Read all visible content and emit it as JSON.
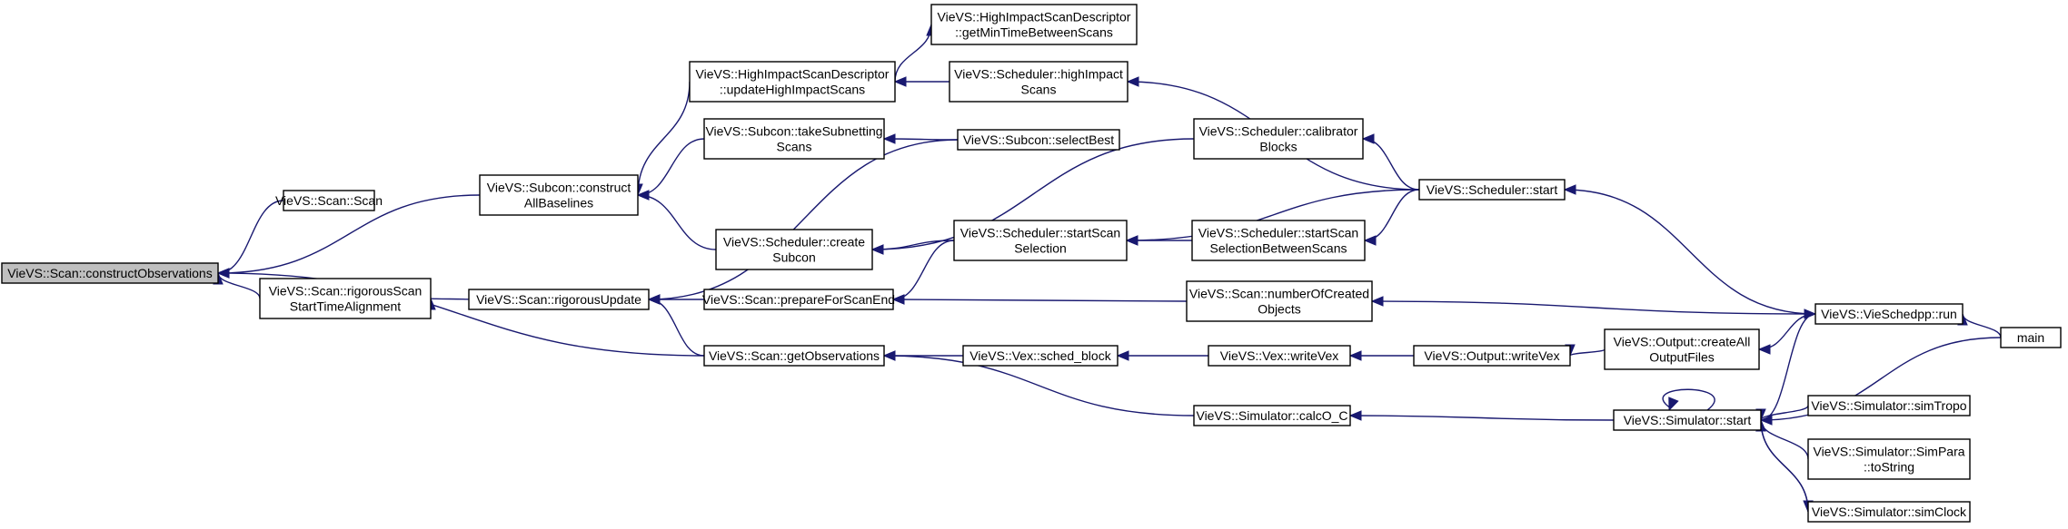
{
  "colors": {
    "edge": "#191970",
    "node_border": "#000000",
    "highlight_fill": "#bfbfbf"
  },
  "nodes": [
    {
      "id": "constructObservations",
      "lines": [
        "VieVS::Scan::constructObservations"
      ]
    },
    {
      "id": "scan",
      "lines": [
        "VieVS::Scan::Scan"
      ]
    },
    {
      "id": "subconConstructAllBaselines",
      "lines": [
        "VieVS::Subcon::construct",
        "AllBaselines"
      ]
    },
    {
      "id": "rigorousScanStart",
      "lines": [
        "VieVS::Scan::rigorousScan",
        "StartTimeAlignment"
      ]
    },
    {
      "id": "getObservations",
      "lines": [
        "VieVS::Scan::getObservations"
      ]
    },
    {
      "id": "rigorousUpdate",
      "lines": [
        "VieVS::Scan::rigorousUpdate"
      ]
    },
    {
      "id": "hiGetMinTime",
      "lines": [
        "VieVS::HighImpactScanDescriptor",
        "::getMinTimeBetweenScans"
      ]
    },
    {
      "id": "hiUpdate",
      "lines": [
        "VieVS::HighImpactScanDescriptor",
        "::updateHighImpactScans"
      ]
    },
    {
      "id": "takeSubnetting",
      "lines": [
        "VieVS::Subcon::takeSubnetting",
        "Scans"
      ]
    },
    {
      "id": "createSubcon",
      "lines": [
        "VieVS::Scheduler::create",
        "Subcon"
      ]
    },
    {
      "id": "prepareForScanEnd",
      "lines": [
        "VieVS::Scan::prepareForScanEnd"
      ]
    },
    {
      "id": "highImpactScans",
      "lines": [
        "VieVS::Scheduler::highImpact",
        "Scans"
      ]
    },
    {
      "id": "selectBest",
      "lines": [
        "VieVS::Subcon::selectBest"
      ]
    },
    {
      "id": "startScanSelection",
      "lines": [
        "VieVS::Scheduler::startScan",
        "Selection"
      ]
    },
    {
      "id": "schedBlock",
      "lines": [
        "VieVS::Vex::sched_block"
      ]
    },
    {
      "id": "calibratorBlocks",
      "lines": [
        "VieVS::Scheduler::calibrator",
        "Blocks"
      ]
    },
    {
      "id": "startScanSelBetween",
      "lines": [
        "VieVS::Scheduler::startScan",
        "SelectionBetweenScans"
      ]
    },
    {
      "id": "numberOfCreated",
      "lines": [
        "VieVS::Scan::numberOfCreated",
        "Objects"
      ]
    },
    {
      "id": "writeVexVex",
      "lines": [
        "VieVS::Vex::writeVex"
      ]
    },
    {
      "id": "calcOC",
      "lines": [
        "VieVS::Simulator::calcO_C"
      ]
    },
    {
      "id": "outputWriteVex",
      "lines": [
        "VieVS::Output::writeVex"
      ]
    },
    {
      "id": "schedulerStart",
      "lines": [
        "VieVS::Scheduler::start"
      ]
    },
    {
      "id": "createAllOutput",
      "lines": [
        "VieVS::Output::createAll",
        "OutputFiles"
      ]
    },
    {
      "id": "simulatorStart",
      "lines": [
        "VieVS::Simulator::start"
      ]
    },
    {
      "id": "vieSchedppRun",
      "lines": [
        "VieVS::VieSchedpp::run"
      ]
    },
    {
      "id": "simTropo",
      "lines": [
        "VieVS::Simulator::simTropo"
      ]
    },
    {
      "id": "simParaToString",
      "lines": [
        "VieVS::Simulator::SimPara",
        "::toString"
      ]
    },
    {
      "id": "simClock",
      "lines": [
        "VieVS::Simulator::simClock"
      ]
    },
    {
      "id": "main",
      "lines": [
        "main"
      ]
    }
  ],
  "edges": [
    {
      "from": "scan",
      "to": "constructObservations"
    },
    {
      "from": "subconConstructAllBaselines",
      "to": "constructObservations"
    },
    {
      "from": "rigorousScanStart",
      "to": "constructObservations"
    },
    {
      "from": "getObservations",
      "to": "constructObservations"
    },
    {
      "from": "hiUpdate",
      "to": "subconConstructAllBaselines"
    },
    {
      "from": "takeSubnetting",
      "to": "subconConstructAllBaselines"
    },
    {
      "from": "createSubcon",
      "to": "subconConstructAllBaselines"
    },
    {
      "from": "rigorousUpdate",
      "to": "rigorousScanStart"
    },
    {
      "from": "selectBest",
      "to": "rigorousUpdate"
    },
    {
      "from": "prepareForScanEnd",
      "to": "rigorousUpdate"
    },
    {
      "from": "getObservations",
      "to": "rigorousUpdate"
    },
    {
      "from": "highImpactScans",
      "to": "hiUpdate"
    },
    {
      "from": "hiUpdate",
      "to": "hiGetMinTime"
    },
    {
      "from": "selectBest",
      "to": "takeSubnetting"
    },
    {
      "from": "calibratorBlocks",
      "to": "createSubcon"
    },
    {
      "from": "startScanSelection",
      "to": "createSubcon"
    },
    {
      "from": "startScanSelection",
      "to": "prepareForScanEnd"
    },
    {
      "from": "numberOfCreated",
      "to": "prepareForScanEnd"
    },
    {
      "from": "schedBlock",
      "to": "getObservations"
    },
    {
      "from": "calcOC",
      "to": "getObservations"
    },
    {
      "from": "startScanSelBetween",
      "to": "startScanSelection"
    },
    {
      "from": "schedulerStart",
      "to": "startScanSelection"
    },
    {
      "from": "schedulerStart",
      "to": "highImpactScans"
    },
    {
      "from": "schedulerStart",
      "to": "calibratorBlocks"
    },
    {
      "from": "schedulerStart",
      "to": "startScanSelBetween"
    },
    {
      "from": "writeVexVex",
      "to": "schedBlock"
    },
    {
      "from": "outputWriteVex",
      "to": "writeVexVex"
    },
    {
      "from": "createAllOutput",
      "to": "outputWriteVex"
    },
    {
      "from": "vieSchedppRun",
      "to": "createAllOutput"
    },
    {
      "from": "vieSchedppRun",
      "to": "schedulerStart"
    },
    {
      "from": "vieSchedppRun",
      "to": "numberOfCreated"
    },
    {
      "from": "simulatorStart",
      "to": "calcOC"
    },
    {
      "from": "simulatorStart",
      "to": "vieSchedppRun"
    },
    {
      "from": "simulatorStart",
      "to": "simulatorStart"
    },
    {
      "from": "simTropo",
      "to": "simulatorStart"
    },
    {
      "from": "simParaToString",
      "to": "simulatorStart"
    },
    {
      "from": "simClock",
      "to": "simulatorStart"
    },
    {
      "from": "simulatorStart",
      "to": "simClock"
    },
    {
      "from": "main",
      "to": "vieSchedppRun"
    },
    {
      "from": "main",
      "to": "simulatorStart"
    }
  ]
}
